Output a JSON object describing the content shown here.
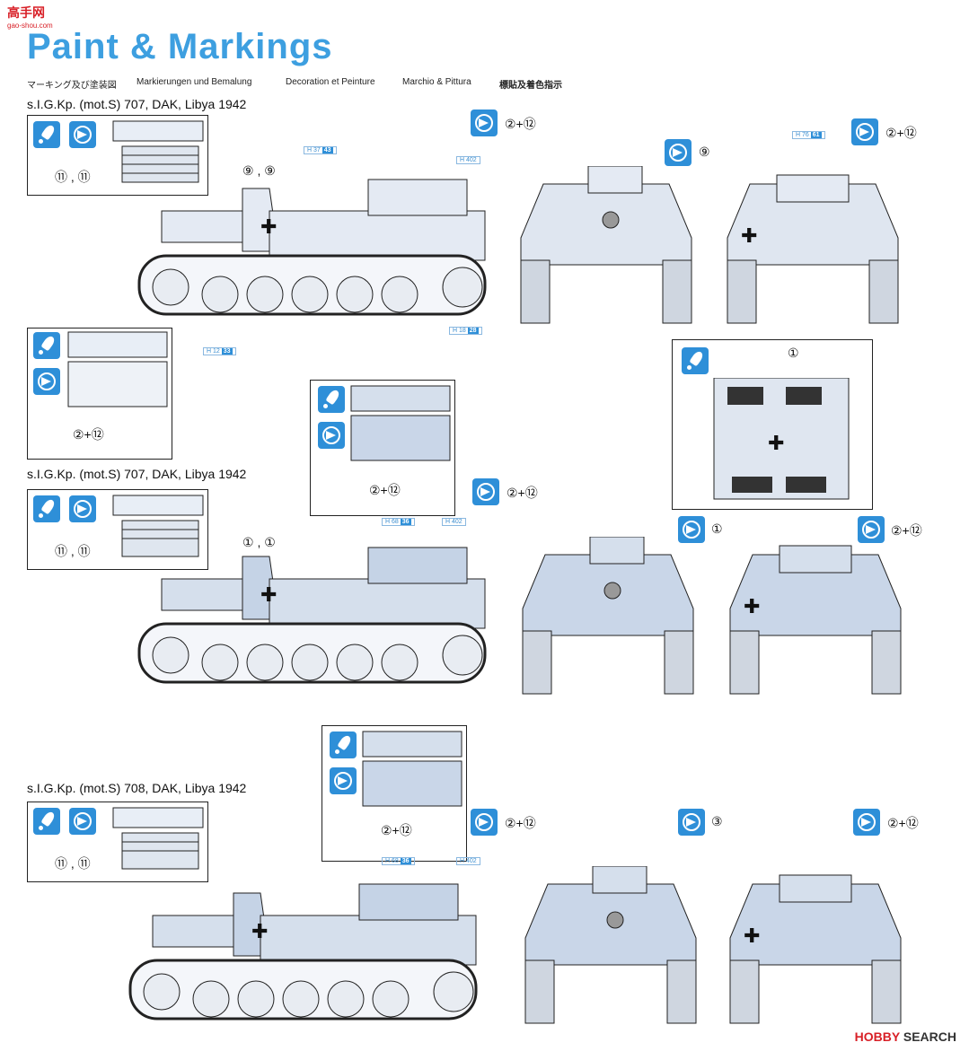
{
  "logo": {
    "main": "高手网",
    "sub": "gao-shou.com"
  },
  "title": "Paint & Markings",
  "languages": [
    "マーキング及び塗装図",
    "Markierungen und Bemalung",
    "Decoration et Peinture",
    "Marchio & Pittura",
    "標貼及着色指示"
  ],
  "sections": [
    {
      "label": "s.I.G.Kp. (mot.S) 707, DAK, Libya 1942"
    },
    {
      "label": "s.I.G.Kp. (mot.S) 707, DAK, Libya 1942"
    },
    {
      "label": "s.I.G.Kp. (mot.S) 708, DAK, Libya 1942"
    }
  ],
  "refs": {
    "r11a": "⑪ , ⑪",
    "r99": "⑨ , ⑨",
    "r212": "②+⑫",
    "r9": "⑨",
    "r1": "①",
    "r11": "① , ①",
    "r3": "③"
  },
  "colors": {
    "h37": "H 37",
    "h37n": "43",
    "h402": "H 402",
    "h18": "H 18",
    "h18n": "28",
    "h12": "H 12",
    "h12n": "33",
    "h76": "H 76",
    "h76n": "61",
    "h68": "H 68",
    "h68n": "36"
  },
  "icons": {
    "brush": "paint-brush-icon",
    "decal": "decal-icon"
  },
  "watermark": {
    "brand": "HOBBY",
    "suffix": " SEARCH"
  }
}
